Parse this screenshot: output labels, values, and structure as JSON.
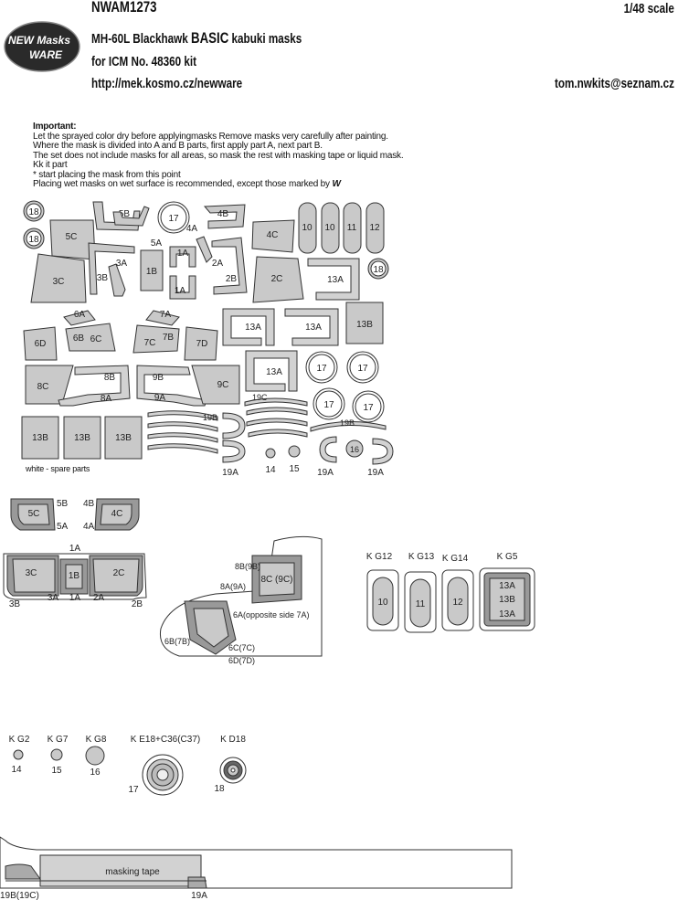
{
  "header": {
    "code": "NWAM1273",
    "scale": "1/48 scale",
    "title_pre": "MH-60L Blackhawk ",
    "title_basic": "BASIC",
    "title_post": " kabuki masks",
    "kit": "for ICM No. 48360 kit",
    "url": "http://mek.kosmo.cz/newware",
    "email": "tom.nwkits@seznam.cz"
  },
  "logo": {
    "line1": "NEW Masks",
    "line2": "WARE"
  },
  "notes": {
    "heading": "Important:",
    "lines": [
      "Let the sprayed color dry before applyingmasks Remove masks very carefully after painting.",
      "Where the mask is divided into A and B parts, first apply part A, next part B.",
      "The set does not include masks for all areas, so mask the rest with masking tape or liquid mask.",
      "Kk it part",
      "* start placing the mask from this point",
      "Placing wet masks on wet surface is recommended, except those marked by"
    ],
    "spare": "white - spare parts"
  },
  "sheet": {
    "p18a": "18",
    "p18b": "18",
    "p18c": "18",
    "p5c": "5C",
    "p3c": "3C",
    "p5b": "5B",
    "p5a": "5A",
    "p3a": "3A",
    "p3b": "3B",
    "p1b": "1B",
    "p1a1": "1A",
    "p1a2": "1A",
    "p17a": "17",
    "p4a": "4A",
    "p4b": "4B",
    "p2a": "2A",
    "p2b": "2B",
    "p4c": "4C",
    "p2c": "2C",
    "p10a": "10",
    "p10b": "10",
    "p11": "11",
    "p12": "12",
    "p13a1": "13A",
    "p13a2": "13A",
    "p13a3": "13A",
    "p13a4": "13A",
    "p13b": "13B",
    "p6a": "6A",
    "p6b": "6B",
    "p6c": "6C",
    "p6d": "6D",
    "p7a": "7A",
    "p7b": "7B",
    "p7c": "7C",
    "p7d": "7D",
    "p8c": "8C",
    "p8b": "8B",
    "p8a": "8A",
    "p9b": "9B",
    "p9a": "9A",
    "p9c": "9C",
    "p17b": "17",
    "p17c": "17",
    "p17d": "17",
    "p17e": "17",
    "p19c": "19C",
    "p19b1": "19B",
    "p19b2": "19B",
    "p13b1": "13B",
    "p13b2": "13B",
    "p13b3": "13B",
    "p14": "14",
    "p15": "15",
    "p16": "16",
    "p19a1": "19A",
    "p19a2": "19A",
    "p19a3": "19A"
  },
  "diagrams": {
    "side": {
      "c5": "5C",
      "l5b": "5B",
      "l5a": "5A",
      "l4b": "4B",
      "l4a": "4A",
      "c4": "4C"
    },
    "front": {
      "top1a": "1A",
      "c3": "3C",
      "c1b": "1B",
      "c2": "2C",
      "b3b": "3B",
      "b3a": "3A",
      "b1a": "1A",
      "b2a": "2A",
      "b2b": "2B"
    },
    "door": {
      "l8b": "8B(9B)",
      "l8a": "8A(9A)",
      "c8": "8C (9C)",
      "l6a": "6A(opposite side 7A)",
      "l6b": "6B(7B)",
      "l6c": "6C(7C)",
      "l6d": "6D(7D)"
    },
    "kg": [
      {
        "code": "K G12",
        "num": "10"
      },
      {
        "code": "K G13",
        "num": "11"
      },
      {
        "code": "K G14",
        "num": "12"
      }
    ],
    "kg5": {
      "code": "K G5",
      "l1": "13A",
      "l2": "13B",
      "l3": "13A"
    },
    "wheels": [
      {
        "code": "K G2",
        "num": "14"
      },
      {
        "code": "K G7",
        "num": "15"
      },
      {
        "code": "K G8",
        "num": "16"
      },
      {
        "code": "K E18+C36(C37)",
        "num": "17"
      },
      {
        "code": "K D18",
        "num": "18"
      }
    ],
    "tape": {
      "label": "masking tape",
      "left": "19B(19C)",
      "right": "19A"
    }
  }
}
